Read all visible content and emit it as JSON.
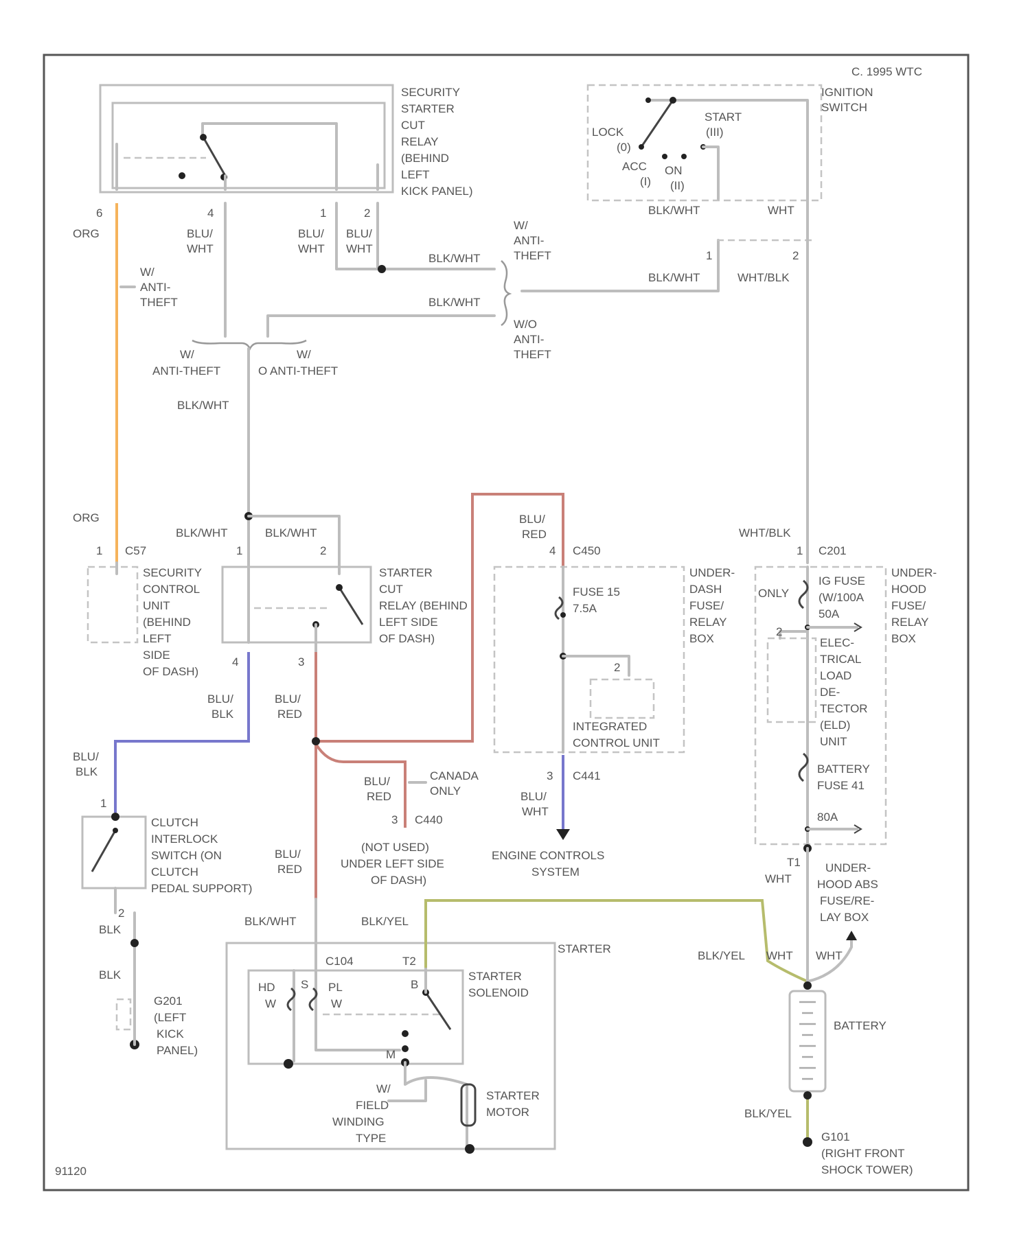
{
  "diagram": {
    "corner_note": "C. 1995 WTC",
    "figure_id": "91120",
    "wire_colors": {
      "orange": "#f5b35b",
      "red": "#c98078",
      "blue": "#7777cc",
      "green": "#b6bc6c",
      "gray": "#bdbdbd"
    },
    "components": {
      "security_relay": [
        "SECURITY",
        "STARTER",
        "CUT",
        "RELAY",
        "(BEHIND",
        "LEFT",
        "KICK PANEL)"
      ],
      "ignition_switch": [
        "IGNITION",
        "SWITCH"
      ],
      "ign_positions": {
        "lock": "LOCK",
        "lock_n": "(0)",
        "acc": "ACC",
        "acc_n": "(I)",
        "on": "ON",
        "on_n": "(II)",
        "start": "START",
        "start_n": "(III)"
      },
      "security_unit": [
        "SECURITY",
        "CONTROL",
        "UNIT",
        "(BEHIND",
        "LEFT",
        "SIDE",
        "OF DASH)"
      ],
      "starter_cut_relay": [
        "STARTER",
        "CUT",
        "RELAY (BEHIND",
        "LEFT SIDE",
        "OF DASH)"
      ],
      "under_dash_box": [
        "UNDER-",
        "DASH",
        "FUSE/",
        "RELAY",
        "BOX"
      ],
      "under_hood_box": [
        "UNDER-",
        "HOOD",
        "FUSE/",
        "RELAY",
        "BOX"
      ],
      "fuse_15": [
        "FUSE 15",
        "7.5A"
      ],
      "ig_fuse": [
        "IG FUSE",
        "(W/100A",
        "50A"
      ],
      "elec_unit": [
        "ELEC-",
        "TRICAL",
        "LOAD",
        "DE-",
        "TECTOR",
        "(ELD)",
        "UNIT"
      ],
      "battery_fuse": [
        "BATTERY",
        "FUSE 41"
      ],
      "amp80": "80A",
      "integrated_unit": [
        "INTEGRATED",
        "CONTROL UNIT"
      ],
      "engine_controls": [
        "ENGINE CONTROLS",
        "SYSTEM"
      ],
      "not_used": [
        "(NOT USED)",
        "UNDER LEFT SIDE",
        "OF DASH)"
      ],
      "clutch_switch": [
        "CLUTCH",
        "INTERLOCK",
        "SWITCH (ON",
        "CLUTCH",
        "PEDAL SUPPORT)"
      ],
      "ground_g201": [
        "G201",
        "(LEFT",
        "KICK",
        "PANEL)"
      ],
      "starter": "STARTER",
      "starter_solenoid": [
        "STARTER",
        "SOLENOID"
      ],
      "starter_motor": [
        "STARTER",
        "MOTOR"
      ],
      "field_winding": [
        "W/",
        "FIELD",
        "WINDING",
        "TYPE"
      ],
      "battery": "BATTERY",
      "ground_g101": [
        "G101",
        "(RIGHT FRONT",
        "SHOCK TOWER)"
      ],
      "abs_fuse": [
        "UNDER-",
        "HOOD ABS",
        "FUSE/RE-",
        "LAY BOX"
      ]
    },
    "notes": {
      "wo_antitheft_right": [
        "W/",
        "ANTI-",
        "THEFT"
      ],
      "wo_antitheft_right2": [
        "W/O",
        "ANTI-",
        "THEFT"
      ],
      "w_antitheft_left": [
        "W/",
        "ANTI-",
        "THEFT"
      ],
      "w_antitheft_bottom": [
        "W/",
        "ANTI-THEFT"
      ],
      "wo_antitheft_bottom": [
        "W/",
        "O ANTI-THEFT"
      ],
      "canada_only": [
        "CANADA",
        "ONLY"
      ],
      "only": "ONLY",
      "hd": [
        "HD",
        "W"
      ],
      "pl": [
        "PL",
        "W"
      ]
    },
    "wire_labels": {
      "org": "ORG",
      "blu_wht": [
        "BLU/",
        "WHT"
      ],
      "blk_wht": "BLK/WHT",
      "wht": "WHT",
      "wht_blk": "WHT/BLK",
      "blu_red": [
        "BLU/",
        "RED"
      ],
      "blu_blk": [
        "BLU/",
        "BLK"
      ],
      "blk": "BLK",
      "blk_yel": "BLK/YEL",
      "blu_wht2": [
        "BLU/",
        "WHT"
      ]
    },
    "connectors": {
      "c57": "C57",
      "c440": "C440",
      "c450": "C450",
      "c441": "C441",
      "c201": "C201",
      "c104": "C104",
      "t1": "T1",
      "t2": "T2",
      "b": "B",
      "s": "S",
      "m": "M"
    },
    "pins": {
      "p1": "1",
      "p2": "2",
      "p3": "3",
      "p4": "4",
      "p6": "6"
    }
  }
}
